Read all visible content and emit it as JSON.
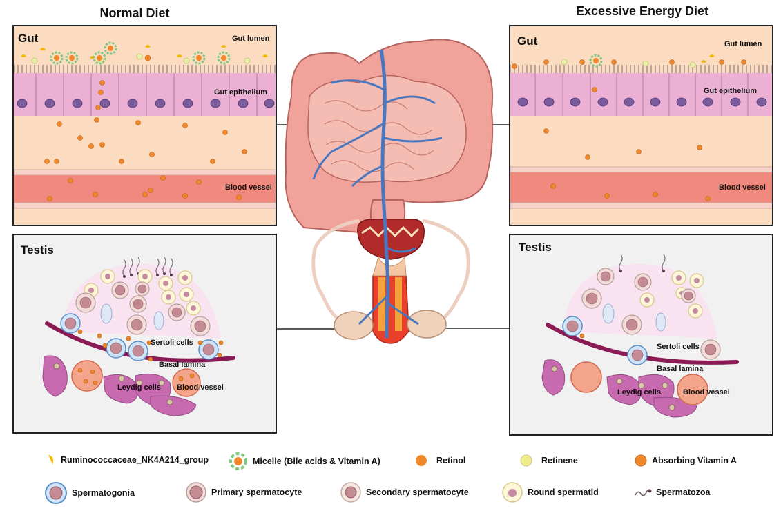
{
  "titles": {
    "left": "Normal Diet",
    "right": "Excessive Energy Diet"
  },
  "gut_panel": {
    "title": "Gut",
    "lumen": "Gut lumen",
    "epithelium": "Gut epithelium",
    "vessel": "Blood vessel"
  },
  "testis_panel": {
    "title": "Testis",
    "sertoli": "Sertoli cells",
    "basal": "Basal lamina",
    "leydig": "Leydig cells",
    "vessel": "Blood vessel"
  },
  "legend": [
    {
      "icon": "bacteria-icon",
      "label": "Ruminococcaceae_NK4A214_group"
    },
    {
      "icon": "micelle-icon",
      "label": "Micelle (Bile acids & Vitamin A)"
    },
    {
      "icon": "retinol-icon",
      "label": "Retinol"
    },
    {
      "icon": "retinene-icon",
      "label": "Retinene"
    },
    {
      "icon": "absorbing-vitamin-a-icon",
      "label": "Absorbing Vitamin A"
    },
    {
      "icon": "spermatogonia-icon",
      "label": "Spermatogonia"
    },
    {
      "icon": "primary-spermatocyte-icon",
      "label": "Primary spermatocyte"
    },
    {
      "icon": "secondary-spermatocyte-icon",
      "label": "Secondary spermatocyte"
    },
    {
      "icon": "round-spermatid-icon",
      "label": "Round spermatid"
    },
    {
      "icon": "spermatozoa-icon",
      "label": "Spermatozoa"
    }
  ],
  "colors": {
    "gut_bg": "#fbdcc0",
    "cell": "#e69bc4",
    "nucleus": "#7a5b9c",
    "vessel": "#f08a7e",
    "retinol": "#f0872b",
    "retinene": "#eeeb8c",
    "bacteria": "#f5b800",
    "basal": "#8b1b55",
    "leydig": "#c86ab0"
  }
}
